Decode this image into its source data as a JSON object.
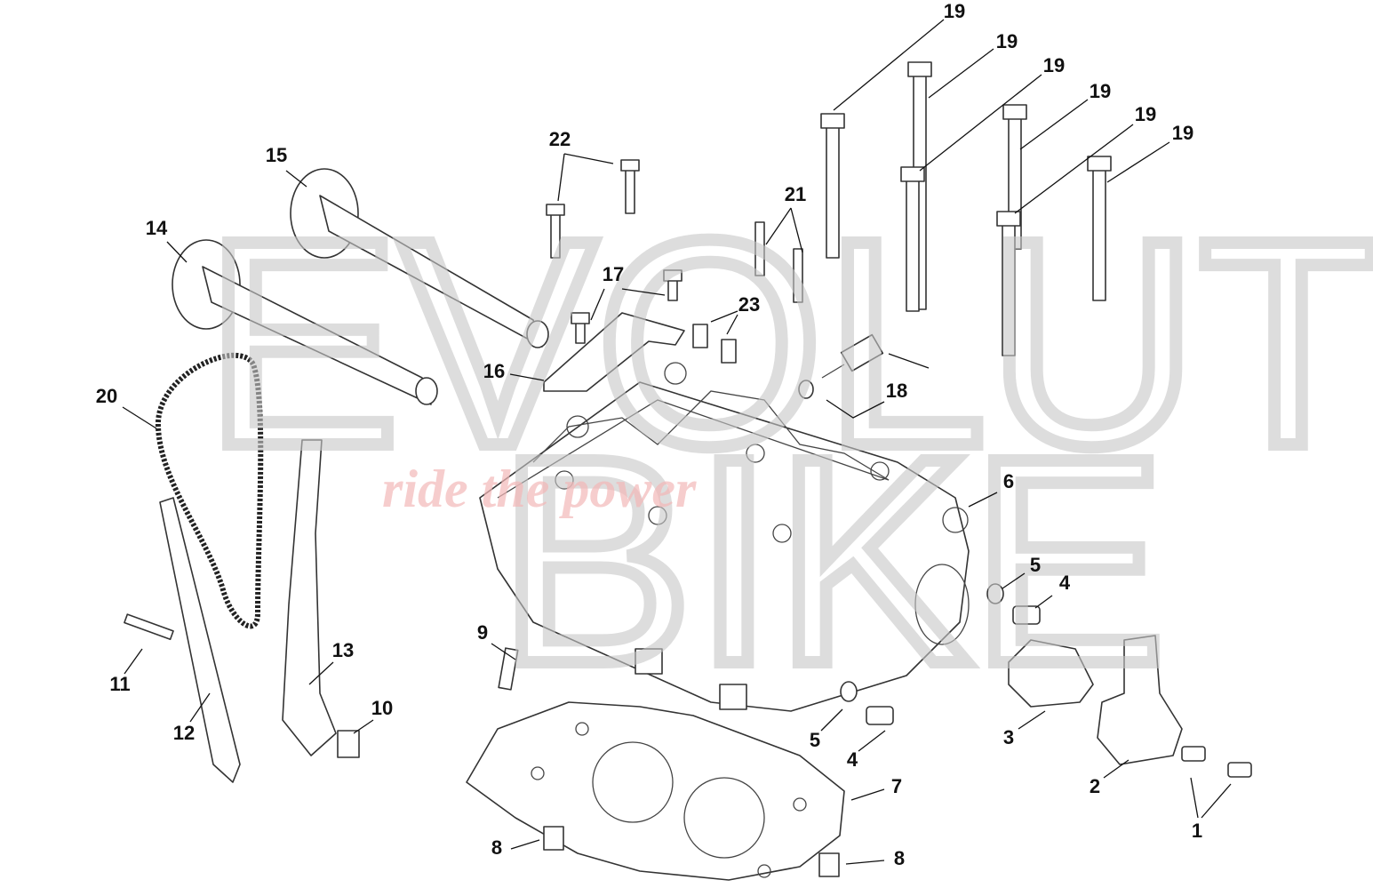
{
  "watermark": {
    "line1": "EVOLUTION",
    "line2": "BIKE",
    "slogan": "ride the power"
  },
  "callouts": [
    "19",
    "19",
    "19",
    "19",
    "19",
    "19",
    "22",
    "15",
    "14",
    "21",
    "17",
    "23",
    "16",
    "18",
    "20",
    "6",
    "5",
    "4",
    "9",
    "13",
    "11",
    "10",
    "12",
    "5",
    "4",
    "3",
    "2",
    "7",
    "1",
    "8",
    "8"
  ]
}
